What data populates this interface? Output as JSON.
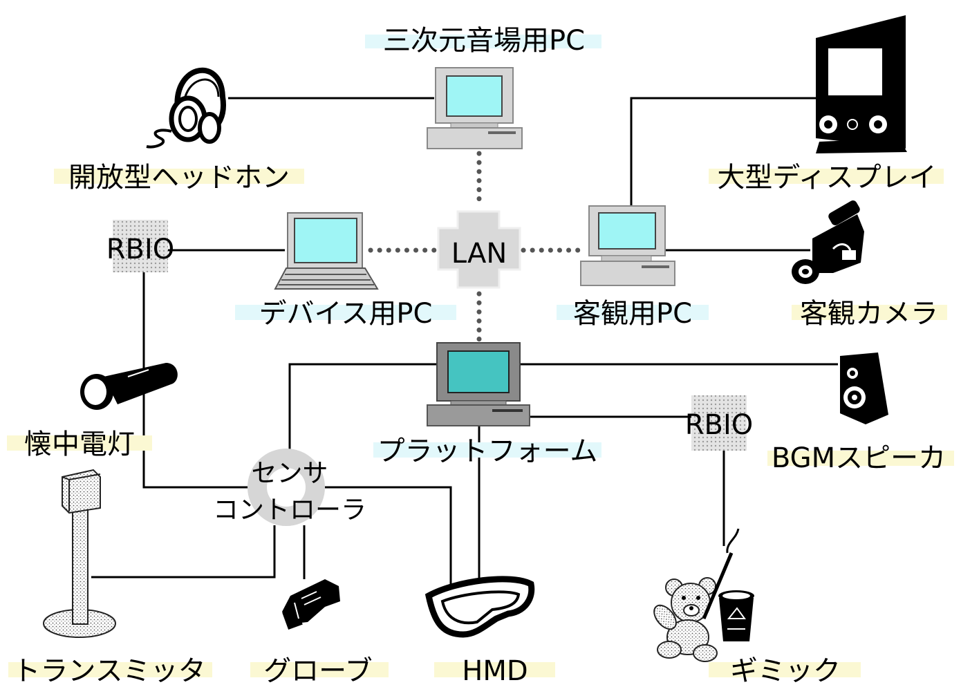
{
  "colors": {
    "label_bg_blue": "#e2f8fb",
    "label_bg_yellow": "#fbf8d3",
    "screen_cyan": "#9ff5f5",
    "screen_teal": "#45c4c1",
    "pc_gray": "#d6d6d6",
    "hub_gray": "#d9d9d9",
    "line": "#000000"
  },
  "nodes": {
    "acoustic_pc": "三次元音場用PC",
    "headphone": "開放型ヘッドホン",
    "large_display": "大型ディスプレイ",
    "rbio_left": "RBIO",
    "lan": "LAN",
    "device_pc": "デバイス用PC",
    "objective_pc": "客観用PC",
    "objective_camera": "客観カメラ",
    "flashlight": "懐中電灯",
    "platform": "プラットフォーム",
    "rbio_right": "RBIO",
    "bgm_speaker": "BGMスピーカ",
    "sensor_line1": "センサ",
    "sensor_line2": "コントローラ",
    "transmitter": "トランスミッタ",
    "glove": "グローブ",
    "hmd": "HMD",
    "gimmick": "ギミック"
  },
  "icons": [
    "headphone-icon",
    "computer-icon",
    "laptop-icon",
    "monitor-icon",
    "video-camera-icon",
    "flashlight-icon",
    "speaker-icon",
    "glove-icon",
    "hmd-icon",
    "transmitter-icon",
    "teddy-bear-icon",
    "trash-can-icon"
  ]
}
